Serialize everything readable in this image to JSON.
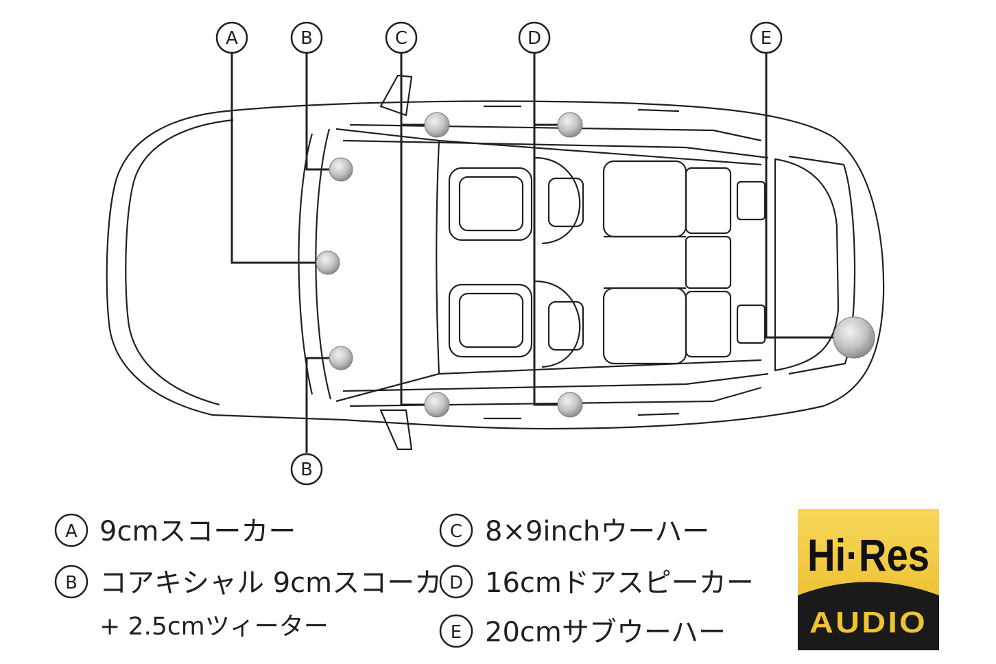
{
  "callouts": {
    "a": "A",
    "b_top": "B",
    "c": "C",
    "d": "D",
    "e": "E",
    "b_bottom": "B"
  },
  "legend": [
    {
      "letter": "A",
      "text": "9cmスコーカー"
    },
    {
      "letter": "B",
      "text": "コアキシャル 9cmスコーカー",
      "text2": "+ 2.5cmツィーター"
    },
    {
      "letter": "C",
      "text": "8×9inchウーハー"
    },
    {
      "letter": "D",
      "text": "16cmドアスピーカー"
    },
    {
      "letter": "E",
      "text": "20cmサブウーハー"
    }
  ],
  "badge": {
    "top": "Hi·Res",
    "bottom": "AUDIO"
  },
  "colors": {
    "line": "#231f20",
    "speaker": "#b8b8b8",
    "badge_gold": "#f2c230",
    "badge_dark": "#1a1a1a"
  }
}
